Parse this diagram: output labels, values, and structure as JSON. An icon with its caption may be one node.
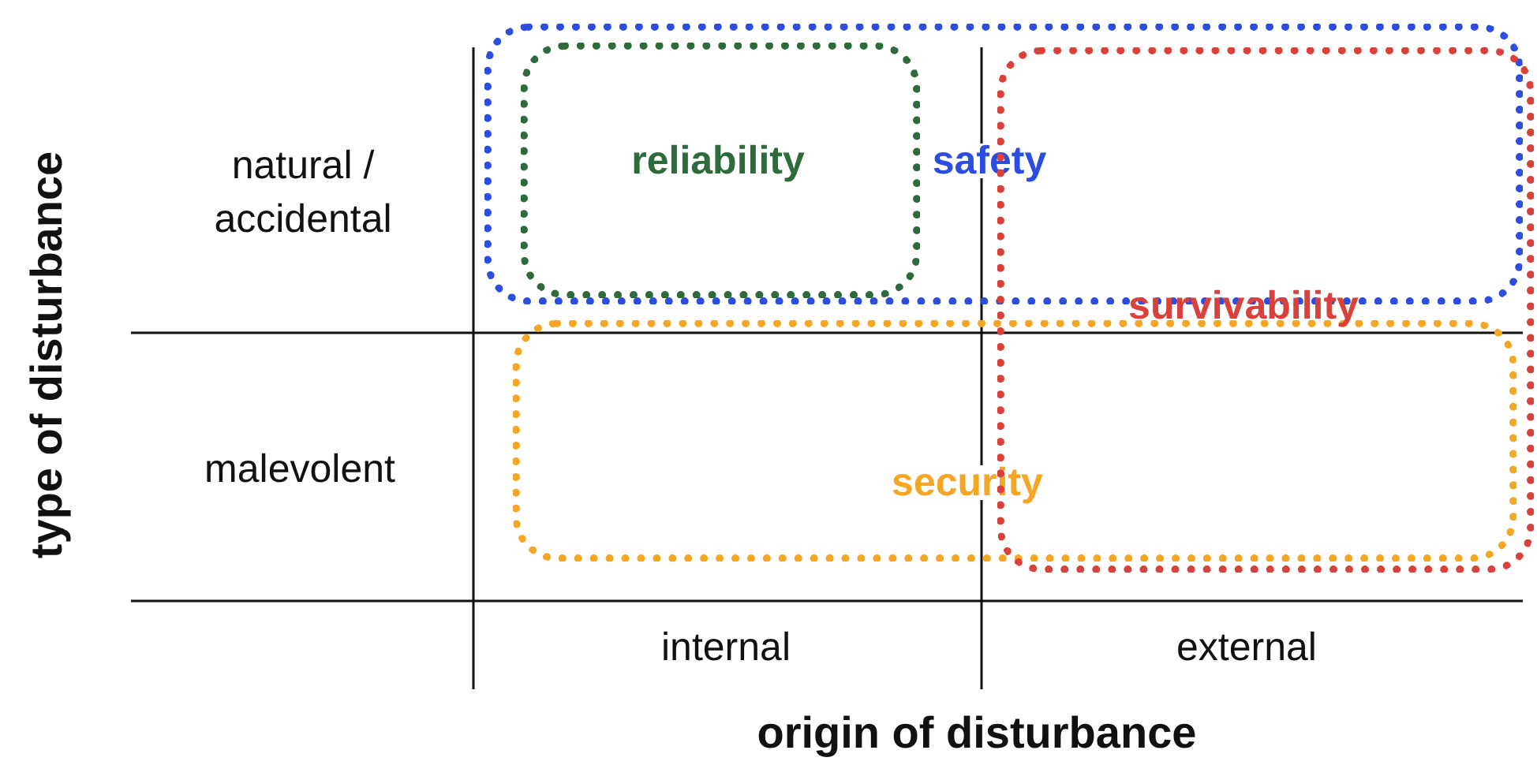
{
  "diagram": {
    "nodes": [
      {
        "text": [
          "safety"
        ]
      },
      {
        "text": [
          "reliability"
        ],
        "in": 0
      },
      {
        "text": [
          "survivability"
        ]
      },
      {
        "text": [
          "security"
        ]
      }
    ],
    "labels": [
      "type of disturbance",
      "natural / accidental",
      "malevolent",
      "internal",
      "external",
      "origin of disturbance"
    ]
  }
}
